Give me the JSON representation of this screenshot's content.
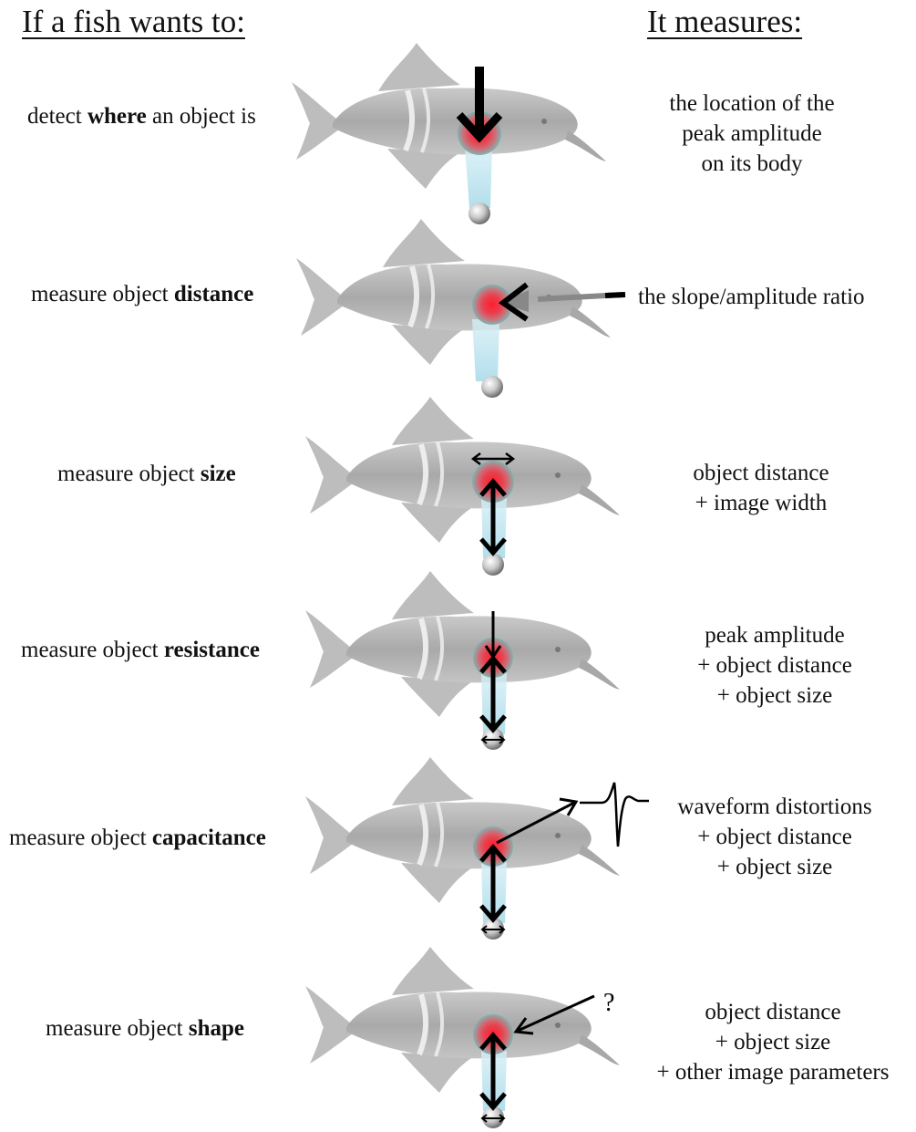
{
  "header": {
    "left": "If a fish wants to:",
    "right": "It measures:"
  },
  "rows": [
    {
      "task_prefix": "detect ",
      "task_bold": "where",
      "task_suffix": " an object is",
      "measure": [
        "the location of the",
        "peak amplitude",
        "on its body"
      ]
    },
    {
      "task_prefix": "measure object ",
      "task_bold": "distance",
      "task_suffix": "",
      "measure": [
        "the slope/amplitude ratio"
      ]
    },
    {
      "task_prefix": "measure object ",
      "task_bold": "size",
      "task_suffix": "",
      "measure": [
        "object distance",
        "+ image width"
      ]
    },
    {
      "task_prefix": "measure object ",
      "task_bold": "resistance",
      "task_suffix": "",
      "measure": [
        "peak amplitude",
        "+ object distance",
        "+ object size"
      ]
    },
    {
      "task_prefix": "measure object ",
      "task_bold": "capacitance",
      "task_suffix": "",
      "measure": [
        "waveform distortions",
        "+ object distance",
        "+ object size"
      ]
    },
    {
      "task_prefix": "measure object ",
      "task_bold": "shape",
      "task_suffix": "",
      "measure": [
        "object distance",
        "+ object size",
        "+ other image parameters"
      ]
    }
  ],
  "shape_question": "?",
  "colors": {
    "fish": "#b8b8b8",
    "spot": "#e8263a",
    "beam": "#bfe6f1",
    "arrow": "#000000"
  }
}
